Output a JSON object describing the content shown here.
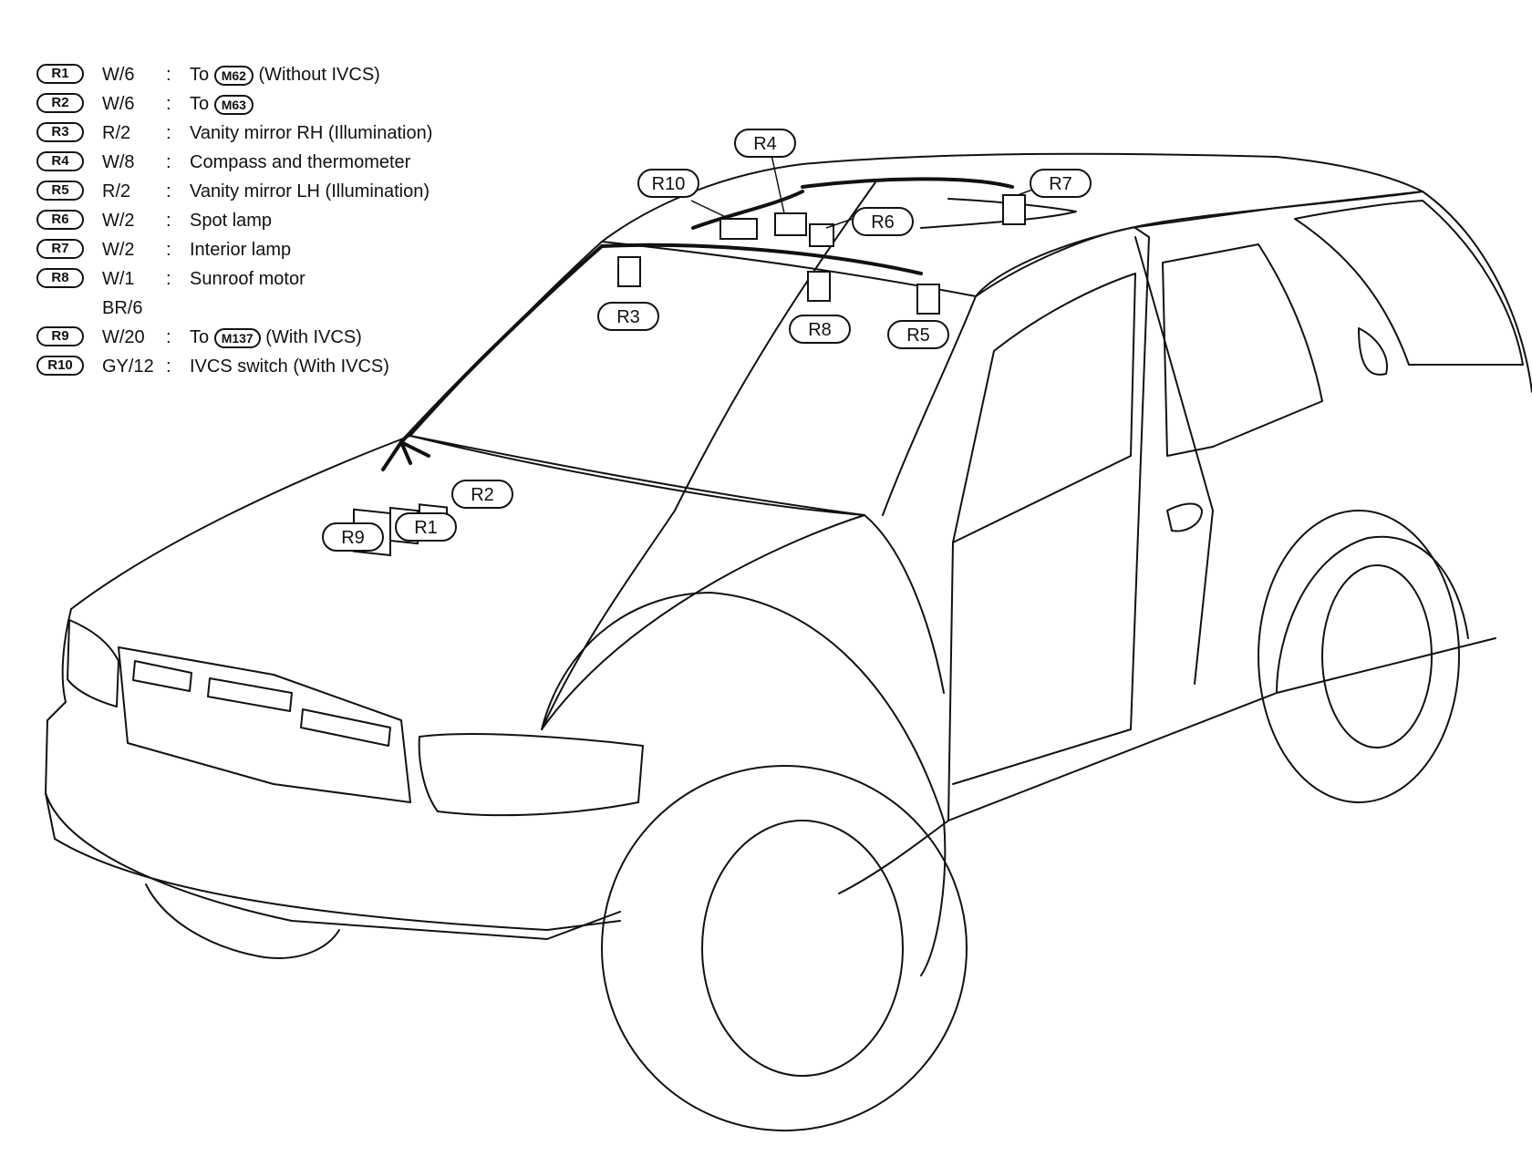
{
  "legend": [
    {
      "code": "R1",
      "wire": "W/6",
      "desc": "To",
      "ref": "M62",
      "note": "(Without IVCS)"
    },
    {
      "code": "R2",
      "wire": "W/6",
      "desc": "To",
      "ref": "M63",
      "note": ""
    },
    {
      "code": "R3",
      "wire": "R/2",
      "desc": "Vanity mirror RH (Illumination)"
    },
    {
      "code": "R4",
      "wire": "W/8",
      "desc": "Compass and thermometer"
    },
    {
      "code": "R5",
      "wire": "R/2",
      "desc": "Vanity mirror LH (Illumination)"
    },
    {
      "code": "R6",
      "wire": "W/2",
      "desc": "Spot lamp"
    },
    {
      "code": "R7",
      "wire": "W/2",
      "desc": "Interior lamp"
    },
    {
      "code": "R8",
      "wire": "W/1",
      "desc": "Sunroof motor"
    },
    {
      "code": "",
      "wire": "BR/6",
      "desc": ""
    },
    {
      "code": "R9",
      "wire": "W/20",
      "desc": "To",
      "ref": "M137",
      "note": "(With IVCS)"
    },
    {
      "code": "R10",
      "wire": "GY/12",
      "desc": "IVCS switch (With IVCS)"
    }
  ],
  "callouts": {
    "r1": "R1",
    "r2": "R2",
    "r3": "R3",
    "r4": "R4",
    "r5": "R5",
    "r6": "R6",
    "r7": "R7",
    "r8": "R8",
    "r9": "R9",
    "r10": "R10"
  },
  "colors": {
    "line": "#111111",
    "background": "#ffffff"
  }
}
